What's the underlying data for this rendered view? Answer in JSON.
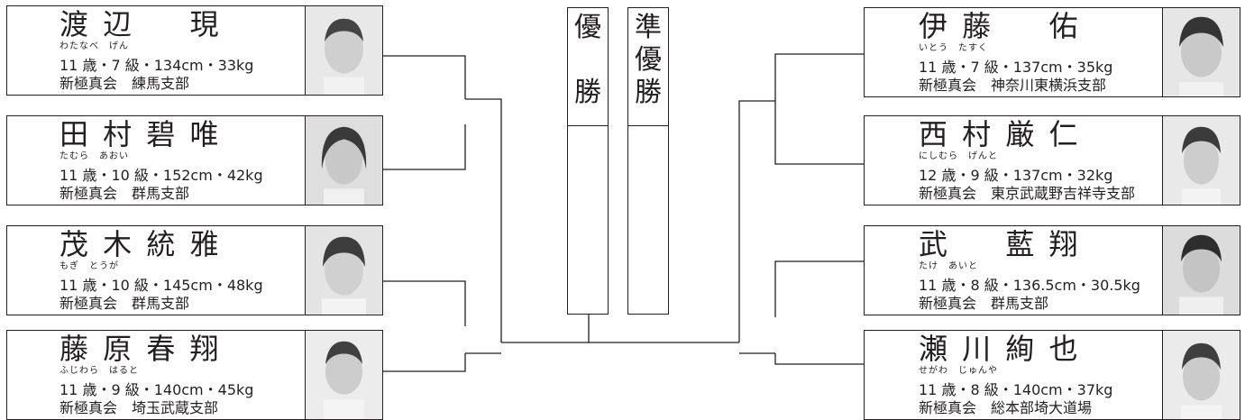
{
  "title_boxes": {
    "winner": "優\n\n勝",
    "runner_up": "準\n優\n勝"
  },
  "left": [
    {
      "name": "渡 辺 　 現",
      "kana": "わたなべ　げん",
      "stats": "11 歳・7 級・134cm・33kg",
      "club": "新極真会　練馬支部"
    },
    {
      "name": "田 村 碧 唯",
      "kana": "たむら　あおい",
      "stats": "11 歳・10 級・152cm・42kg",
      "club": "新極真会　群馬支部"
    },
    {
      "name": "茂 木 統 雅",
      "kana": "もぎ　とうが",
      "stats": "11 歳・10 級・145cm・48kg",
      "club": "新極真会　群馬支部"
    },
    {
      "name": "藤 原 春 翔",
      "kana": "ふじわら　はると",
      "stats": "11 歳・9 級・140cm・45kg",
      "club": "新極真会　埼玉武蔵支部"
    }
  ],
  "right": [
    {
      "name": "伊 藤 　 佑",
      "kana": "いとう　たすく",
      "stats": "11 歳・7 級・137cm・35kg",
      "club": "新極真会　神奈川東横浜支部"
    },
    {
      "name": "西 村 厳 仁",
      "kana": "にしむら　げんと",
      "stats": "12 歳・9 級・137cm・32kg",
      "club": "新極真会　東京武蔵野吉祥寺支部"
    },
    {
      "name": "武 　 藍 翔",
      "kana": "たけ　あいと",
      "stats": "11 歳・8 級・136.5cm・30.5kg",
      "club": "新極真会　群馬支部"
    },
    {
      "name": "瀬 川 絢 也",
      "kana": "せがわ　じゅんや",
      "stats": "11 歳・8 級・140cm・37kg",
      "club": "新極真会　総本部埼大道場"
    }
  ]
}
